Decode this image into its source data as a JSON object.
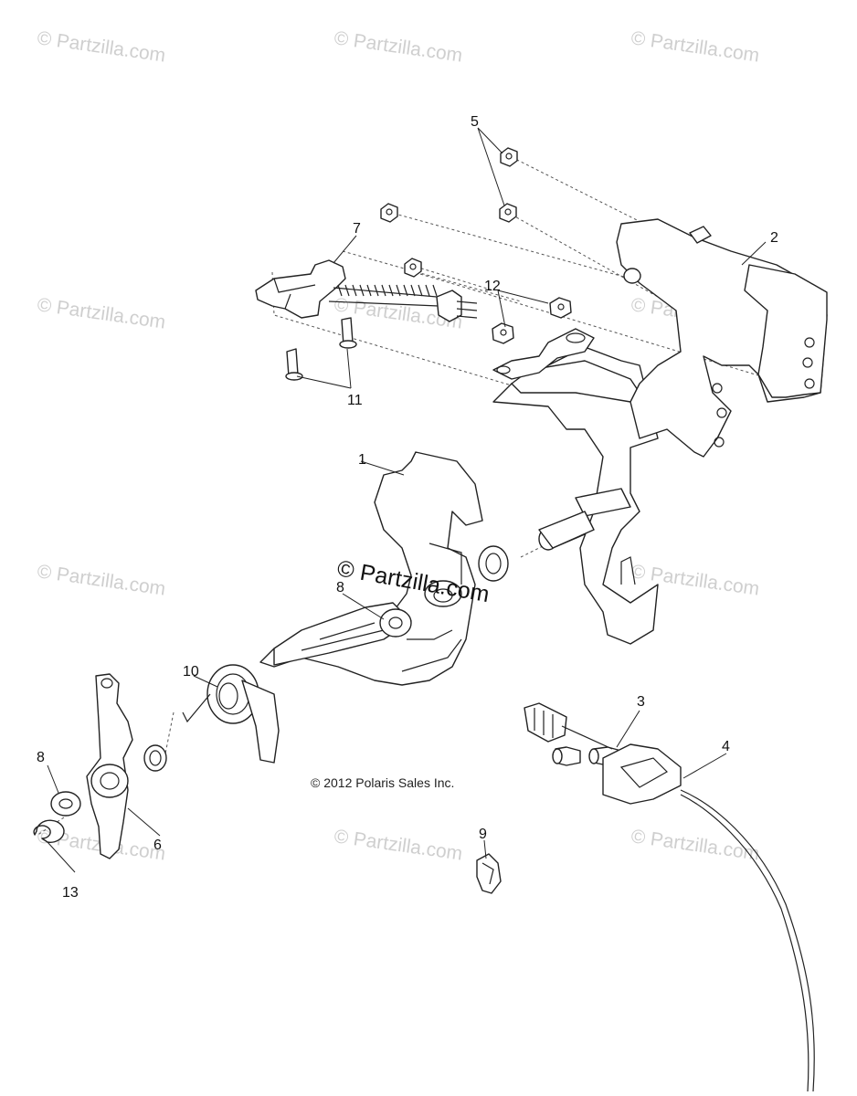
{
  "watermark": "© Partzilla.com",
  "center_watermark": "© Partzilla.com",
  "copyright": "© 2012 Polaris Sales Inc.",
  "callouts": {
    "c1": "1",
    "c2": "2",
    "c3": "3",
    "c4": "4",
    "c5": "5",
    "c6": "6",
    "c7": "7",
    "c8a": "8",
    "c8b": "8",
    "c9": "9",
    "c10": "10",
    "c11": "11",
    "c12": "12",
    "c13": "13"
  }
}
